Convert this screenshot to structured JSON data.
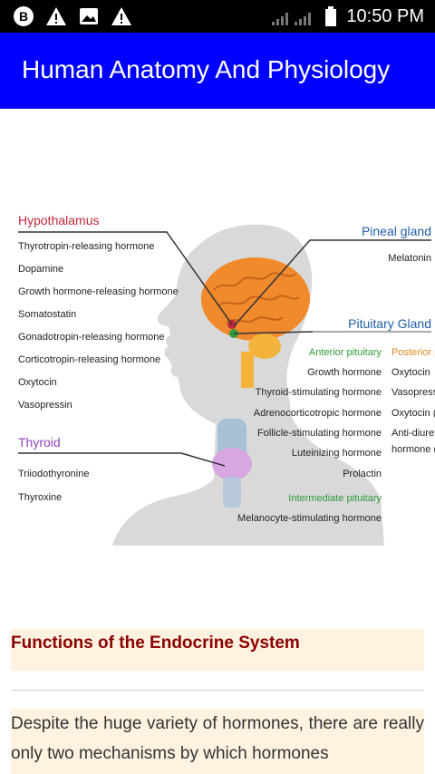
{
  "status_bar": {
    "time": "10:50 PM",
    "left_icons": [
      "b-circle-icon",
      "warning-icon",
      "image-icon",
      "warning-icon"
    ],
    "right_icons": [
      "signal-icon",
      "signal-icon",
      "battery-icon"
    ]
  },
  "app_bar": {
    "title": "Human Anatomy And Physiology",
    "color": "#0000ff"
  },
  "figure": {
    "hypothalamus": {
      "heading": "Hypothalamus",
      "items": [
        "Thyrotropin-releasing hormone",
        "Dopamine",
        "Growth hormone-releasing hormone",
        "Somatostatin",
        "Gonadotropin-releasing hormone",
        "Corticotropin-releasing hormone",
        "Oxytocin",
        "Vasopressin"
      ]
    },
    "thyroid": {
      "heading": "Thyroid",
      "items": [
        "Triiodothyronine",
        "Thyroxine"
      ]
    },
    "pineal": {
      "heading": "Pineal gland",
      "items": [
        "Melatonin"
      ]
    },
    "pituitary": {
      "heading": "Pituitary Gland",
      "anterior_heading": "Anterior pituitary",
      "posterior_heading": "Posterior p",
      "anterior_items": [
        "Growth hormone",
        "Thyroid-stimulating hormone",
        "Adrenocorticotropic hormone",
        "Follicle-stimulating hormone",
        "Luteinizing hormone",
        "Prolactin"
      ],
      "posterior_items": [
        "Oxytocin",
        "Vasopressi",
        "Oxytocin (s",
        "Anti-diuret",
        "hormone ("
      ],
      "intermediate_heading": "Intermediate pituitary",
      "intermediate_items": [
        "Melanocyte-stimulating hormone"
      ]
    }
  },
  "section": {
    "heading": "Functions of the Endocrine System",
    "paragraph": "Despite the huge variety of hormones, there are really only two mechanisms by which hormones"
  },
  "colors": {
    "heading_text": "#8b0000",
    "box_bg": "#fff2e1",
    "hypothalamus": "#c0283a",
    "thyroid": "#8e3fb8",
    "pineal": "#1f5fa8",
    "sub_green": "#2f9a3a",
    "sub_orange": "#e08a1e"
  }
}
